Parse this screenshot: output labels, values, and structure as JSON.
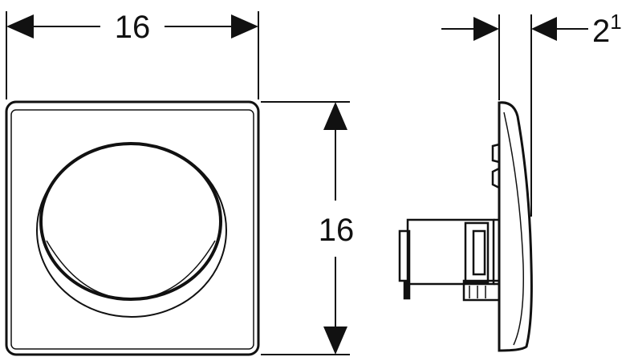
{
  "front_view": {
    "width_label": "16",
    "height_label": "16"
  },
  "side_view": {
    "depth_label": "2",
    "depth_label_superscript": "1"
  },
  "colors": {
    "line": "#111111",
    "background": "#ffffff"
  }
}
